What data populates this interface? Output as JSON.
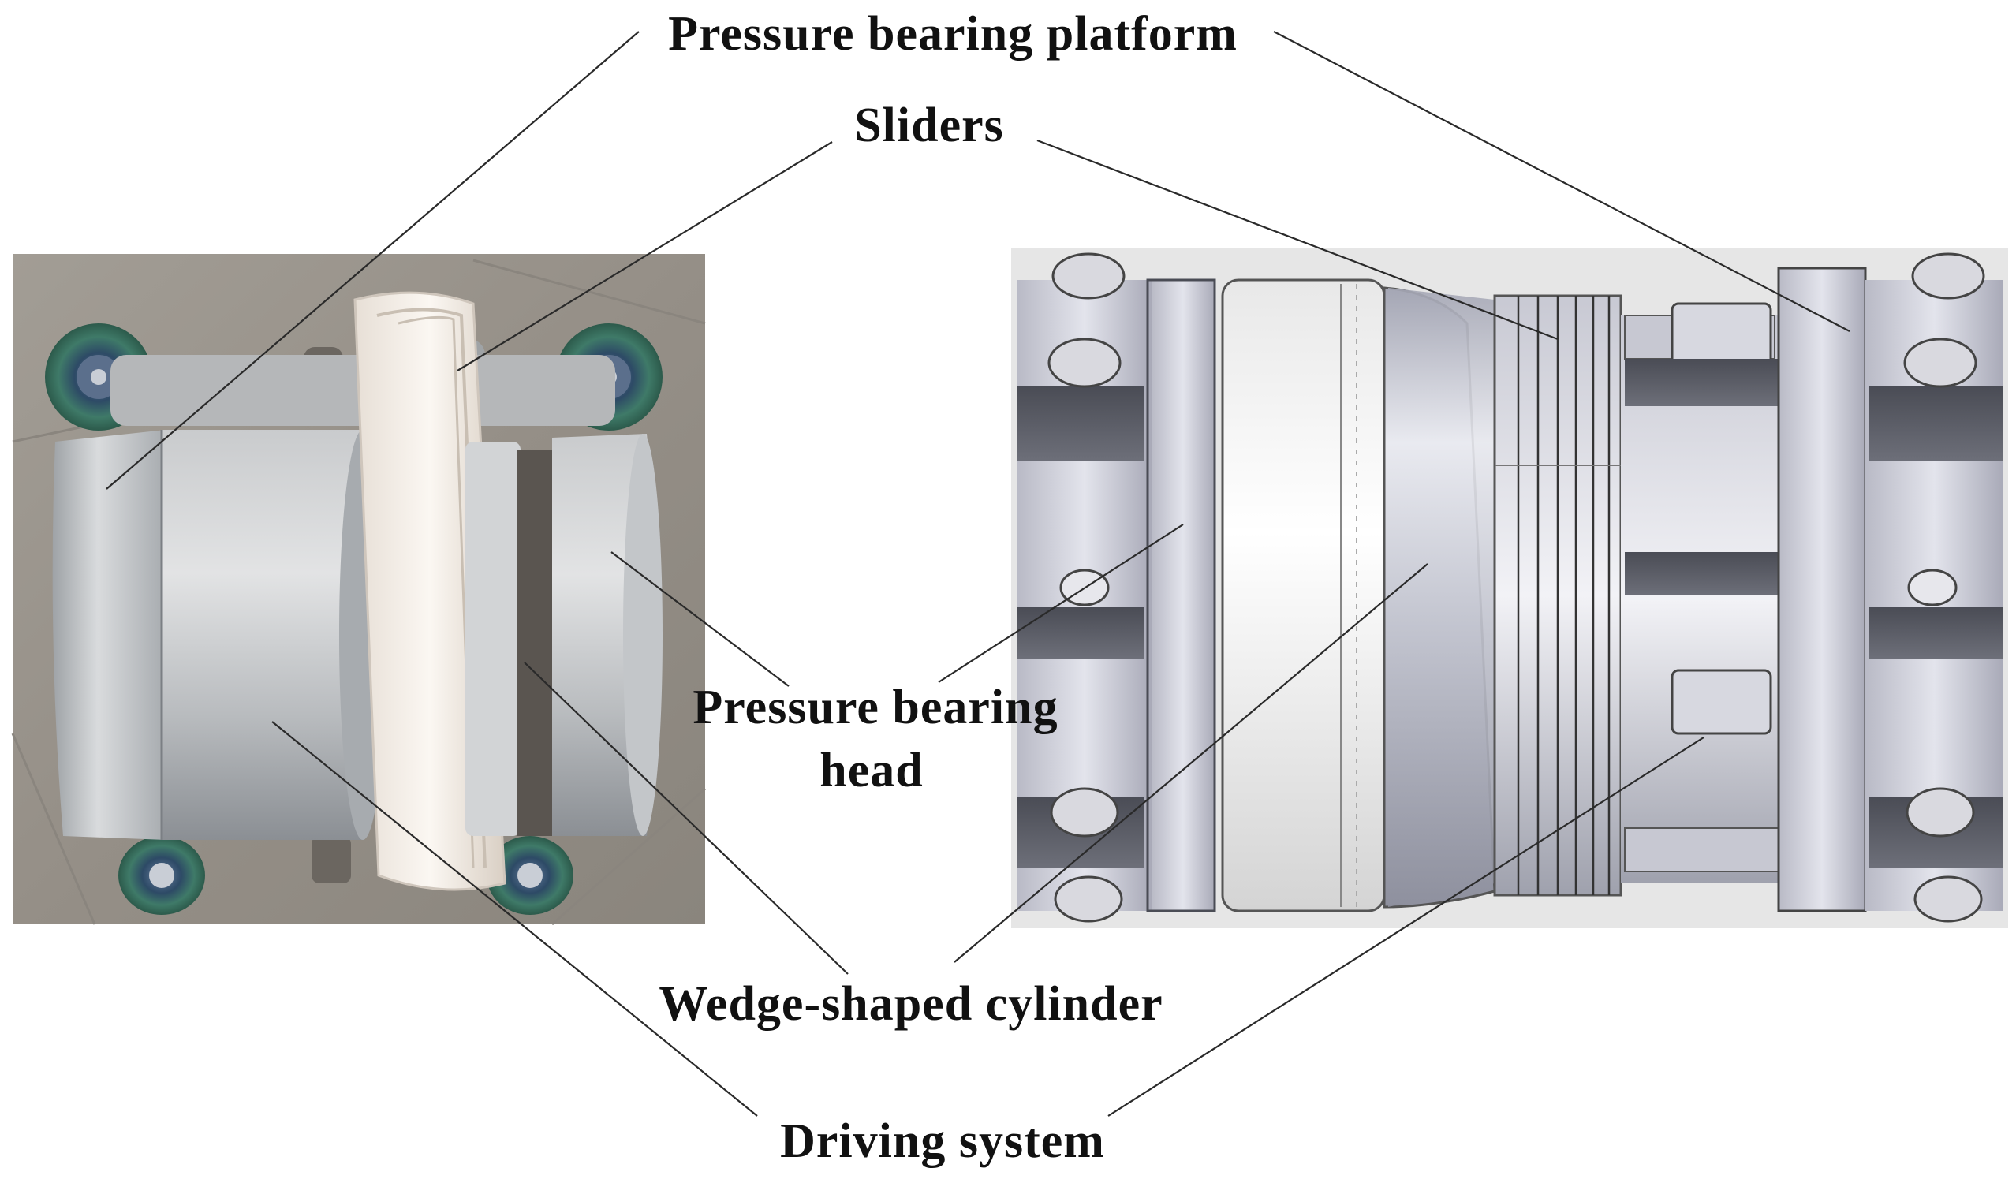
{
  "labels": {
    "pressure_bearing_platform": "Pressure bearing platform",
    "sliders": "Sliders",
    "pressure_bearing_head_line1": "Pressure bearing",
    "pressure_bearing_head_line2": "head",
    "wedge_shaped_cylinder": "Wedge-shaped cylinder",
    "driving_system": "Driving system"
  },
  "panels": {
    "left": "photo",
    "right": "cad-render"
  },
  "colors": {
    "photo_background": "#9a958e",
    "metal_light": "#d6d9dc",
    "metal_mid": "#a9adb3",
    "metal_dark": "#5e6166",
    "cad_background": "#e6e6e6",
    "wheel_green": "#3f7a68",
    "slider_white": "#f1ece6",
    "label_text": "#111111",
    "leader_line": "#2a2a2a"
  }
}
